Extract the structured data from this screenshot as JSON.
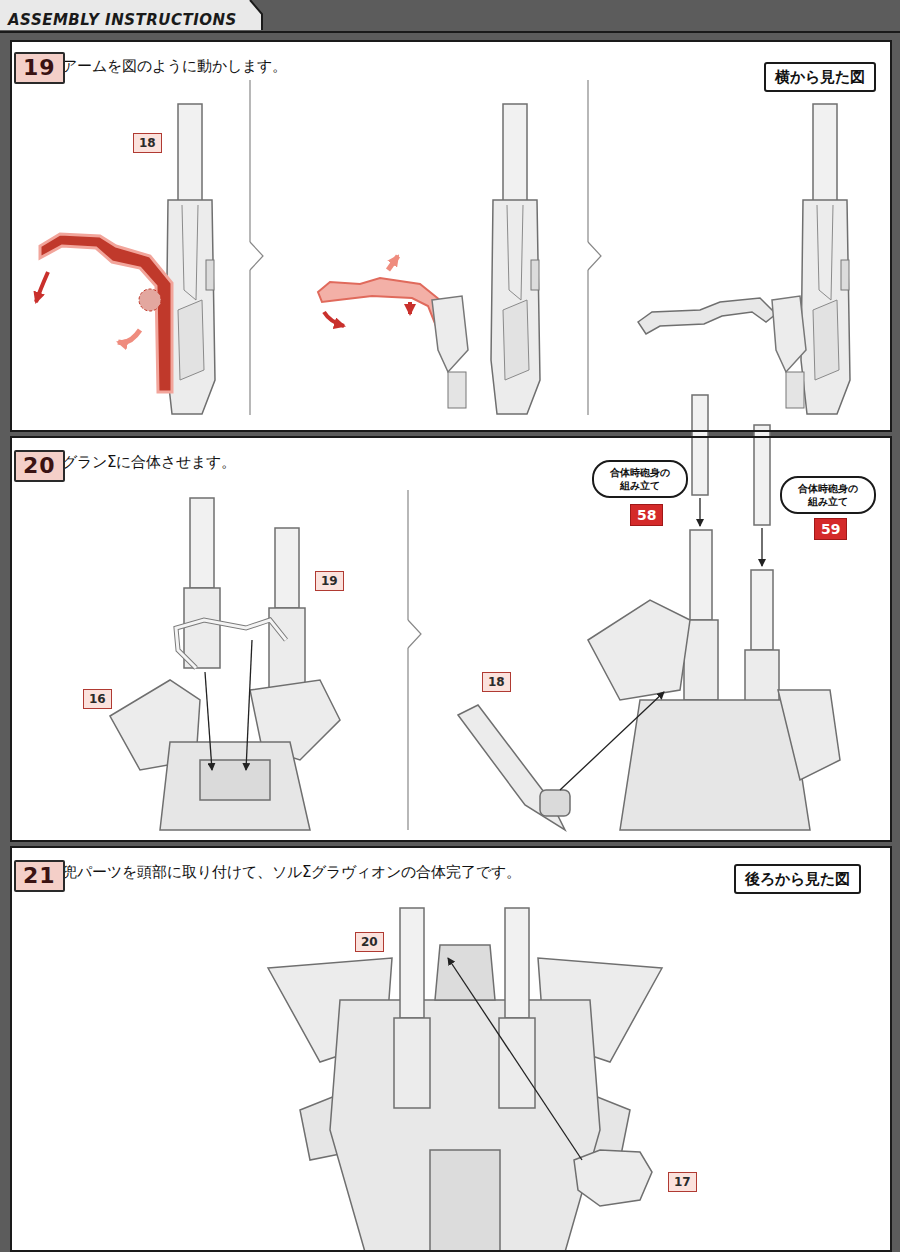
{
  "diagram": {
    "title": "ASSEMBLY INSTRUCTIONS",
    "nodes": [
      {
        "text": [
          "アームを図のように動かします。"
        ]
      },
      {
        "text": [
          "19"
        ],
        "in": 0
      },
      {
        "text": [
          "横から見た図"
        ],
        "in": 0
      },
      {
        "text": [
          "18"
        ],
        "in": 0
      },
      {
        "text": [
          "グランΣに合体させます。"
        ]
      },
      {
        "text": [
          "20"
        ],
        "in": 4
      },
      {
        "text": [
          "19"
        ],
        "in": 4
      },
      {
        "text": [
          "16"
        ],
        "in": 4
      },
      {
        "text": [
          "合体時砲身の 組み立て"
        ],
        "in": 4
      },
      {
        "text": [
          "58"
        ],
        "in": 4
      },
      {
        "text": [
          "合体時砲身の 組み立て"
        ],
        "in": 4
      },
      {
        "text": [
          "59"
        ],
        "in": 4
      },
      {
        "text": [
          "18"
        ],
        "in": 4
      },
      {
        "text": [
          "兜パーツを頭部に取り付けて、ソルΣグラヴィオンの合体完了です。"
        ]
      },
      {
        "text": [
          "21"
        ],
        "in": 13
      },
      {
        "text": [
          "後ろから見た図"
        ],
        "in": 13
      },
      {
        "text": [
          "20"
        ],
        "in": 13
      },
      {
        "text": [
          "17"
        ],
        "in": 13
      }
    ]
  }
}
